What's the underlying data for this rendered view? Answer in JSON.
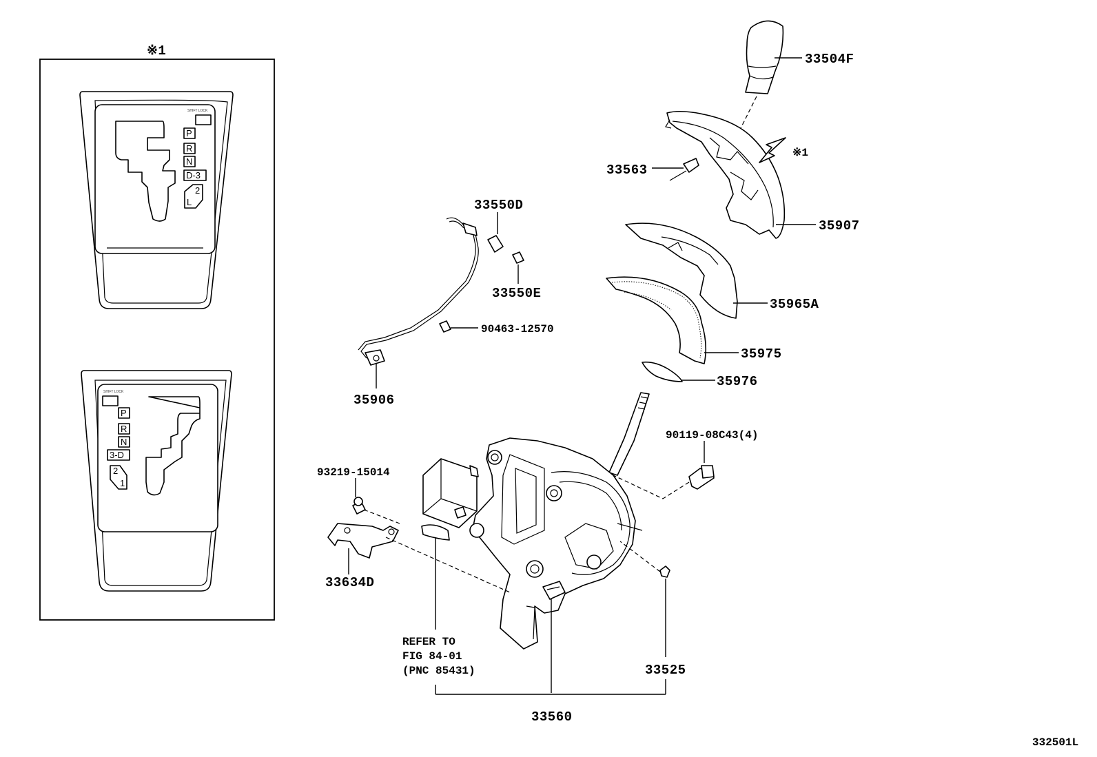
{
  "figure_code": "332501L",
  "inset": {
    "marker": "※1",
    "upper_panel": {
      "shift_lock_label": "SHIFT LOCK",
      "gears": [
        "P",
        "R",
        "N",
        "D-3",
        "2",
        "L"
      ]
    },
    "lower_panel": {
      "shift_lock_label": "SHIFT LOCK",
      "gears": [
        "P",
        "R",
        "N",
        "3-D",
        "2",
        "1"
      ]
    }
  },
  "view_marker": "※1",
  "parts": {
    "knob": "33504F",
    "plug": "33563",
    "housing_cover": "35907",
    "cover_a": "35965A",
    "cover_b": "35975",
    "plate": "35976",
    "bulb_d": "33550D",
    "bulb_e": "33550E",
    "clip": "90463-12570",
    "wire": "35906",
    "bolt_small": "93219-15014",
    "bracket": "33634D",
    "bolt_large": "90119-08C43(4)",
    "nut": "33525",
    "shift_assembly": "33560"
  },
  "refer_note": {
    "line1": "REFER TO",
    "line2": "FIG 84-01",
    "line3": "(PNC 85431)"
  }
}
